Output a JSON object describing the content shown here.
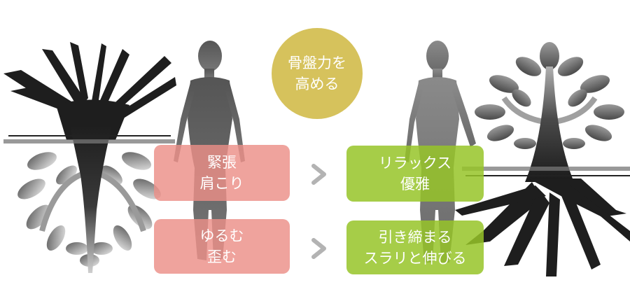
{
  "colors": {
    "circle": "#d6c25c",
    "tense_box": "rgba(236,143,136,0.82)",
    "relaxed_box": "rgba(150,196,40,0.85)",
    "arrow": "#b3b3b3",
    "tree_dark": "#1e1e1e",
    "tree_light": "#8a8a8a"
  },
  "center_badge": {
    "line1": "骨盤力を",
    "line2": "高める"
  },
  "before": {
    "items": [
      {
        "line1": "緊張",
        "line2": "肩こり"
      },
      {
        "line1": "ゆるむ",
        "line2": "歪む"
      }
    ]
  },
  "after": {
    "items": [
      {
        "line1": "リラックス",
        "line2": "優雅"
      },
      {
        "line1": "引き締まる",
        "line2": "スラリと伸びる"
      }
    ]
  },
  "arrows": [
    {
      "icon": "chevron-right-icon",
      "glyph": ">"
    },
    {
      "icon": "chevron-right-icon",
      "glyph": ">"
    }
  ]
}
